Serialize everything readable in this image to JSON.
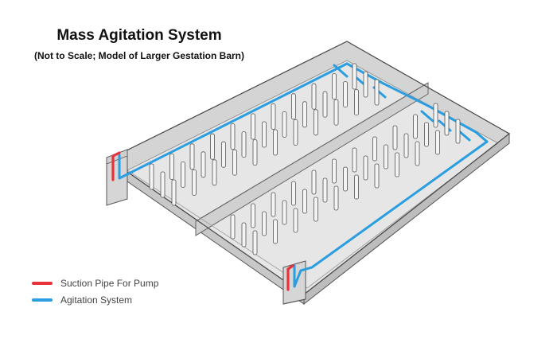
{
  "title": "Mass Agitation System",
  "subtitle": "(Not to Scale; Model of Larger Gestation Barn)",
  "legend": [
    {
      "label": "Suction Pipe For Pump",
      "color": "#e8323a"
    },
    {
      "label": "Agitation System",
      "color": "#2a9ee0"
    }
  ],
  "colors": {
    "pit_fill": "#e4e4e4",
    "pit_edge": "#5a5a5a",
    "suction": "#e8323a",
    "agitation": "#2a9ee0"
  }
}
